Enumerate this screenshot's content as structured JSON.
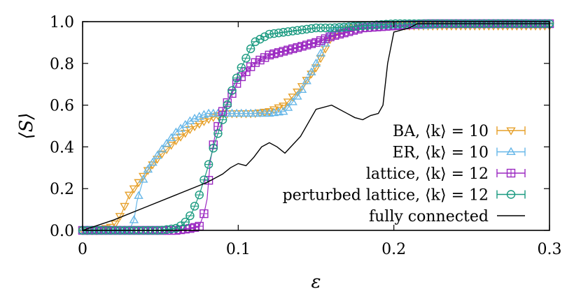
{
  "chart_data": {
    "type": "line",
    "xlabel": "ε",
    "ylabel": "⟨S⟩",
    "xlim": [
      0,
      0.3
    ],
    "ylim": [
      0,
      1.0
    ],
    "x_ticks": [
      "0",
      "0.1",
      "0.2",
      "0.3"
    ],
    "y_ticks": [
      "0.0",
      "0.2",
      "0.4",
      "0.6",
      "0.8",
      "1.0"
    ],
    "legend_position": "right",
    "grid": false,
    "series": [
      {
        "name": "BA, ⟨k⟩ = 10",
        "color": "#e6a02a",
        "marker": "triangle-down",
        "x": [
          0,
          0.01,
          0.02,
          0.025,
          0.03,
          0.035,
          0.04,
          0.05,
          0.06,
          0.07,
          0.08,
          0.09,
          0.1,
          0.11,
          0.12,
          0.13,
          0.14,
          0.15,
          0.16,
          0.17,
          0.18,
          0.19,
          0.2,
          0.21,
          0.22,
          0.24,
          0.26,
          0.28,
          0.3
        ],
        "y": [
          0,
          0.0,
          0.02,
          0.08,
          0.17,
          0.22,
          0.27,
          0.36,
          0.43,
          0.49,
          0.53,
          0.56,
          0.56,
          0.56,
          0.57,
          0.6,
          0.68,
          0.78,
          0.93,
          0.97,
          0.98,
          0.98,
          0.98,
          0.98,
          0.98,
          0.98,
          0.98,
          0.98,
          0.98
        ]
      },
      {
        "name": "ER, ⟨k⟩ = 10",
        "color": "#67b7e8",
        "marker": "triangle-up",
        "x": [
          0,
          0.01,
          0.02,
          0.03,
          0.033,
          0.035,
          0.04,
          0.05,
          0.06,
          0.07,
          0.08,
          0.09,
          0.1,
          0.11,
          0.12,
          0.13,
          0.14,
          0.15,
          0.16,
          0.17,
          0.18,
          0.19,
          0.2,
          0.22,
          0.24,
          0.26,
          0.28,
          0.3
        ],
        "y": [
          0,
          0.0,
          0.0,
          0.0,
          0.05,
          0.14,
          0.27,
          0.38,
          0.47,
          0.53,
          0.56,
          0.56,
          0.56,
          0.56,
          0.56,
          0.57,
          0.66,
          0.8,
          0.96,
          0.97,
          0.98,
          0.98,
          0.98,
          0.98,
          0.99,
          0.99,
          0.99,
          0.99
        ]
      },
      {
        "name": "lattice, ⟨k⟩ = 12",
        "color": "#9b29c1",
        "marker": "square-plus",
        "x": [
          0,
          0.02,
          0.04,
          0.06,
          0.07,
          0.075,
          0.078,
          0.08,
          0.082,
          0.085,
          0.09,
          0.095,
          0.1,
          0.11,
          0.12,
          0.13,
          0.14,
          0.15,
          0.16,
          0.17,
          0.18,
          0.2,
          0.22,
          0.24,
          0.26,
          0.28,
          0.3
        ],
        "y": [
          0,
          0.0,
          0.0,
          0.0,
          0.01,
          0.02,
          0.08,
          0.15,
          0.33,
          0.45,
          0.57,
          0.64,
          0.72,
          0.8,
          0.84,
          0.86,
          0.88,
          0.9,
          0.93,
          0.95,
          0.97,
          0.98,
          0.99,
          0.99,
          0.99,
          0.99,
          0.99
        ]
      },
      {
        "name": "perturbed lattice, ⟨k⟩ = 12",
        "color": "#1a9a80",
        "marker": "circle-plus",
        "x": [
          0,
          0.02,
          0.04,
          0.05,
          0.06,
          0.065,
          0.07,
          0.075,
          0.08,
          0.085,
          0.09,
          0.095,
          0.1,
          0.11,
          0.12,
          0.13,
          0.14,
          0.15,
          0.16,
          0.18,
          0.2,
          0.22,
          0.24,
          0.26,
          0.28,
          0.3
        ],
        "y": [
          0,
          0.0,
          0.0,
          0.0,
          0.01,
          0.03,
          0.08,
          0.17,
          0.29,
          0.42,
          0.53,
          0.65,
          0.75,
          0.9,
          0.94,
          0.95,
          0.96,
          0.97,
          0.97,
          0.98,
          0.99,
          0.99,
          0.99,
          0.99,
          0.99,
          0.99
        ]
      },
      {
        "name": "fully connected",
        "color": "#000000",
        "marker": "none",
        "x": [
          0,
          0.02,
          0.04,
          0.06,
          0.08,
          0.09,
          0.095,
          0.1,
          0.105,
          0.11,
          0.115,
          0.12,
          0.125,
          0.13,
          0.14,
          0.15,
          0.16,
          0.17,
          0.175,
          0.18,
          0.185,
          0.19,
          0.193,
          0.196,
          0.2,
          0.205,
          0.21,
          0.215,
          0.22,
          0.24,
          0.26,
          0.28,
          0.3
        ],
        "y": [
          0,
          0.05,
          0.11,
          0.17,
          0.23,
          0.27,
          0.3,
          0.32,
          0.31,
          0.35,
          0.4,
          0.42,
          0.4,
          0.37,
          0.45,
          0.58,
          0.6,
          0.56,
          0.54,
          0.53,
          0.55,
          0.56,
          0.6,
          0.8,
          0.95,
          0.96,
          0.97,
          0.99,
          0.99,
          0.99,
          0.99,
          0.99,
          0.99
        ]
      }
    ]
  }
}
